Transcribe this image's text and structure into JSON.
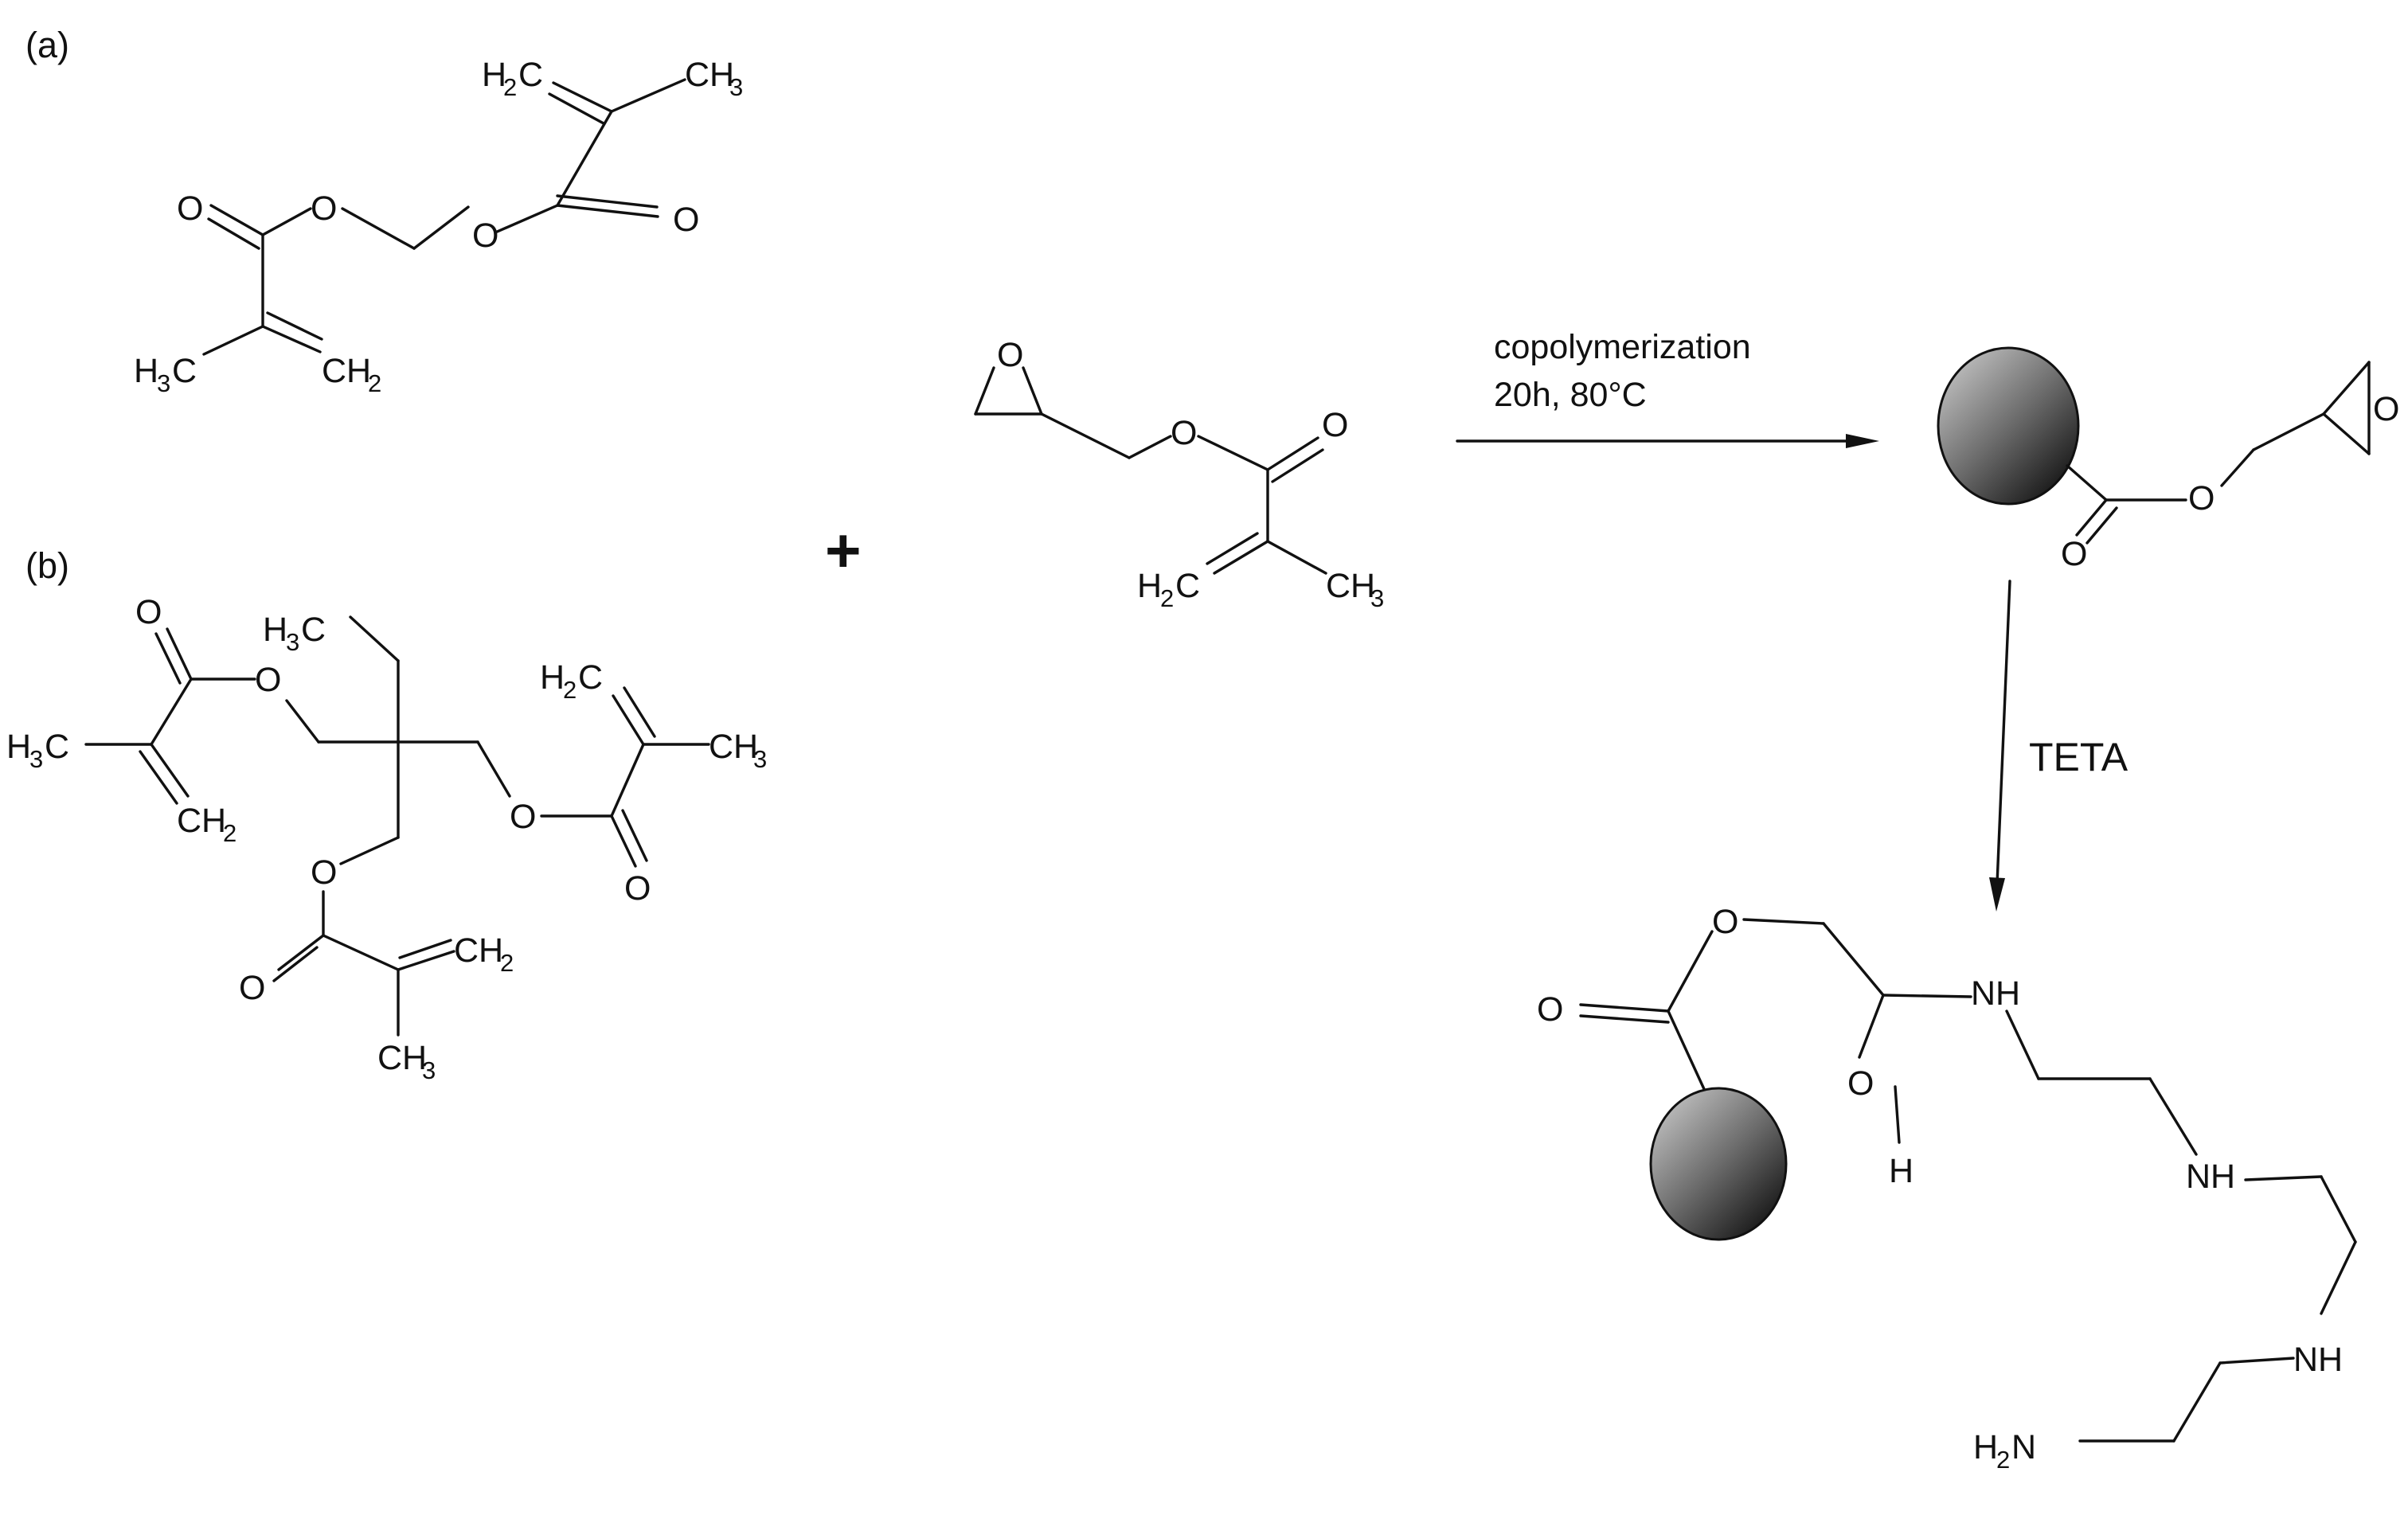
{
  "panels": {
    "a": "(a)",
    "b": "(b)"
  },
  "plus": "+",
  "conditions": {
    "line1": "copolymerization",
    "line2": "20h, 80°C"
  },
  "reagent": "TETA",
  "atoms": {
    "O": "O",
    "H": "H",
    "NH": "NH",
    "CH": "CH",
    "H2C": "H",
    "C": "C",
    "sub2": "2",
    "sub3": "3"
  },
  "colors": {
    "ink": "#111111",
    "bead_light": "#bdbdbd",
    "bead_dark": "#0f0f0f"
  }
}
